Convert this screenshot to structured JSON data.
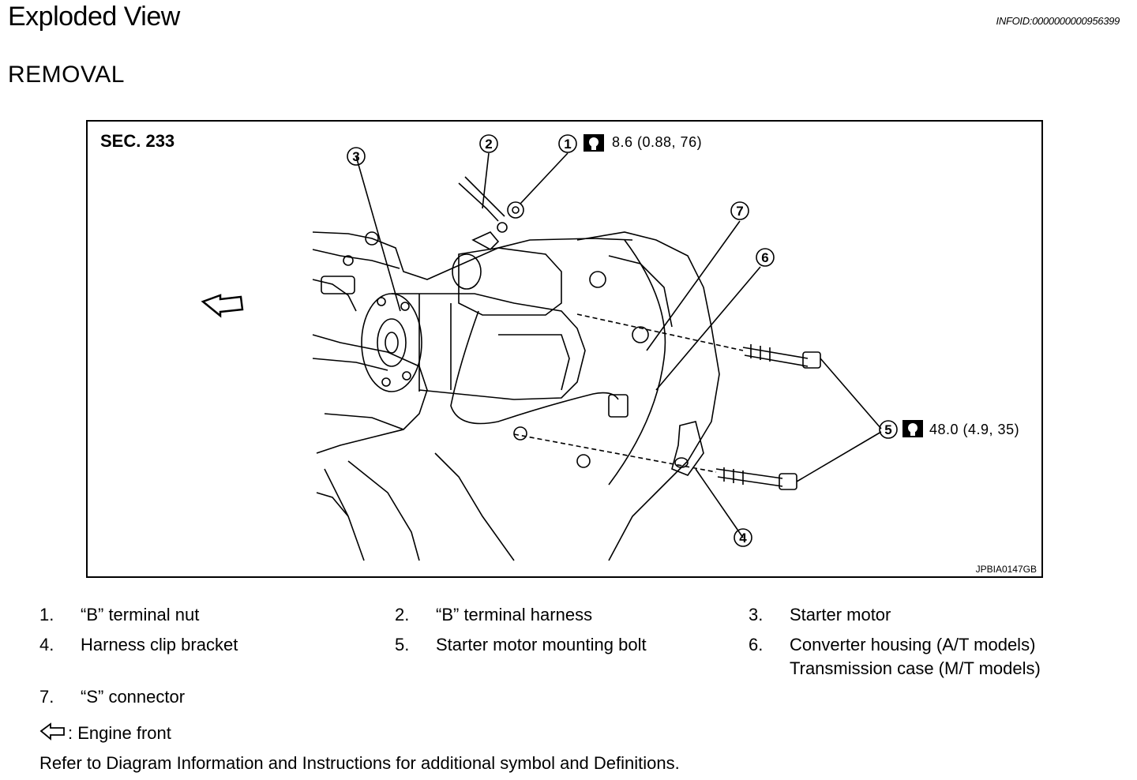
{
  "header": {
    "title": "Exploded View",
    "info_id": "INFOID:0000000000956399",
    "section": "REMOVAL"
  },
  "figure": {
    "section_label": "SEC. 233",
    "figure_code": "JPBIA0147GB",
    "callouts": [
      "1",
      "2",
      "3",
      "4",
      "5",
      "6",
      "7"
    ],
    "torque_1": "8.6 (0.88, 76)",
    "torque_5": "48.0 (4.9, 35)",
    "icons": [
      "torque-wrench-icon",
      "engine-front-arrow-icon"
    ]
  },
  "legend": [
    {
      "num": "1.",
      "label": "“B” terminal nut"
    },
    {
      "num": "2.",
      "label": "“B” terminal harness"
    },
    {
      "num": "3.",
      "label": "Starter motor"
    },
    {
      "num": "4.",
      "label": "Harness clip bracket"
    },
    {
      "num": "5.",
      "label": "Starter motor mounting bolt"
    },
    {
      "num": "6.",
      "label": "Converter housing (A/T models)",
      "label2": "Transmission case (M/T models)"
    },
    {
      "num": "7.",
      "label": "“S” connector"
    }
  ],
  "engine_front_label": ": Engine front",
  "note": "Refer to Diagram Information and Instructions for additional symbol  and Definitions."
}
